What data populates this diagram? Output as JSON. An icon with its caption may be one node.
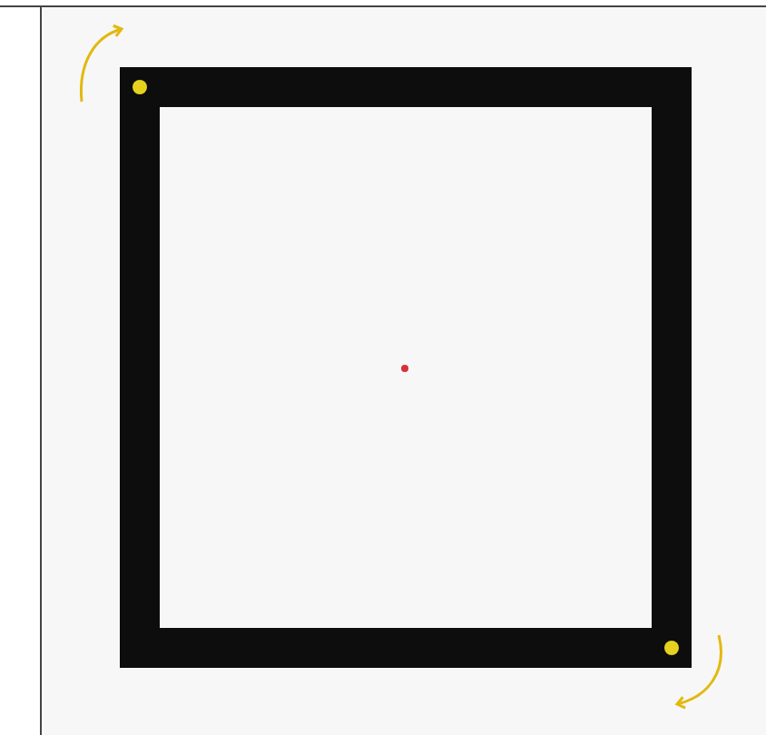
{
  "diagram": {
    "nodes": [
      {
        "text": [],
        "shape": "box"
      },
      {
        "text": [],
        "shape": "circle",
        "in": 0
      },
      {
        "text": [],
        "shape": "circle",
        "in": 0
      },
      {
        "text": [],
        "shape": "circle",
        "in": 0
      }
    ]
  }
}
